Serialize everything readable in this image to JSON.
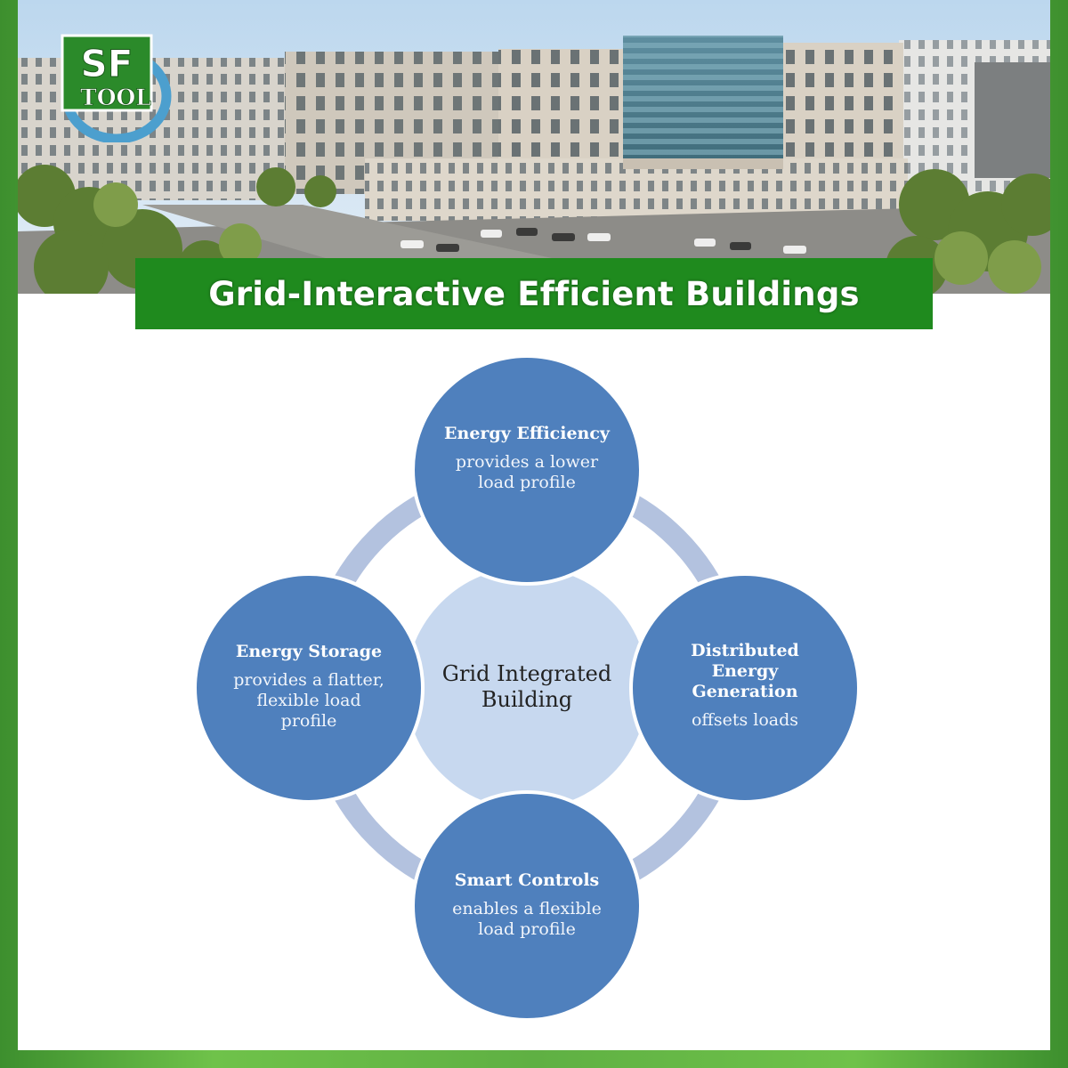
{
  "header": {
    "logo_line1": "SF",
    "logo_line2": "TOOL",
    "title": "Grid-Interactive Efficient Buildings"
  },
  "diagram": {
    "center": "Grid Integrated Building",
    "nodes": {
      "top": {
        "title": "Energy Efficiency",
        "desc": "provides a lower load profile"
      },
      "right": {
        "title": "Distributed Energy Generation",
        "desc": "offsets loads"
      },
      "bottom": {
        "title": "Smart Controls",
        "desc": "enables a flexible load profile"
      },
      "left": {
        "title": "Energy Storage",
        "desc": "provides a flatter, flexible load profile"
      }
    }
  },
  "colors": {
    "node_fill": "#4f80bd",
    "node_stroke": "#ffffff",
    "center_fill": "#c7d8ef",
    "ring": "#b3c2df",
    "banner": "#1f8a1e",
    "frame": "#5fb043"
  }
}
